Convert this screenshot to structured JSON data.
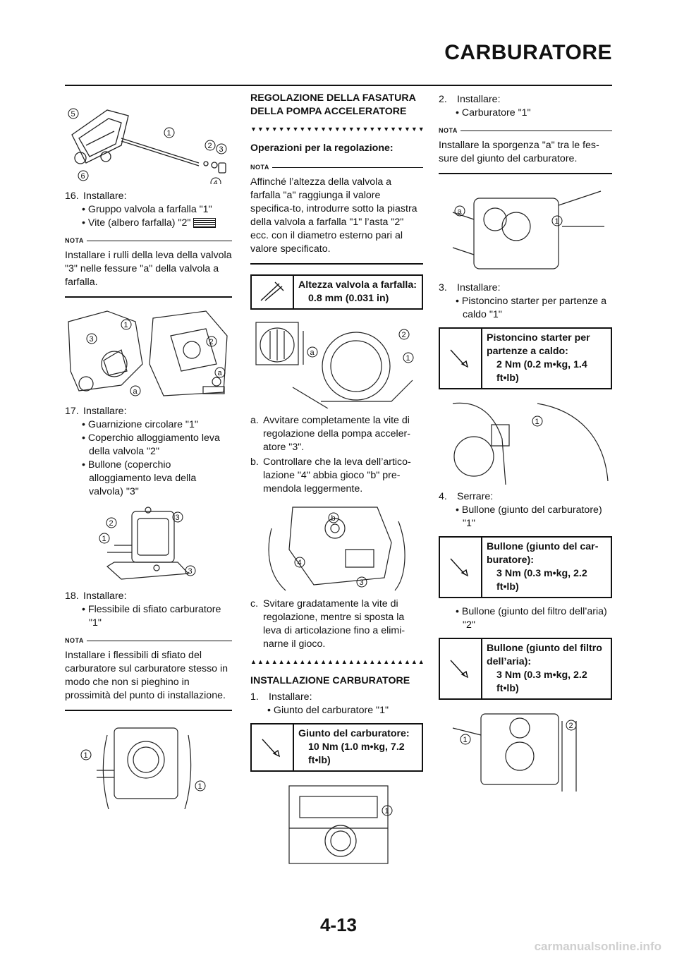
{
  "header": {
    "title": "CARBURATORE"
  },
  "col1": {
    "step16": {
      "num": "16.",
      "label": "Installare:",
      "b1": "Gruppo valvola a farfalla \"1\"",
      "b2": "Vite (albero farfalla) \"2\""
    },
    "nota_label": "NOTA",
    "note1": "Installare i rulli della leva della valvola \"3\" nelle fessure \"a\" della valvola a farfalla.",
    "step17": {
      "num": "17.",
      "label": "Installare:",
      "b1": "Guarnizione circolare \"1\"",
      "b2": "Coperchio alloggiamento leva della valvola \"2\"",
      "b3": "Bullone (coperchio alloggiamento leva della valvola) \"3\""
    },
    "step18": {
      "num": "18.",
      "label": "Installare:",
      "b1": "Flessibile di sfiato carburatore \"1\""
    },
    "note2": "Installare i flessibili di sfiato del carburatore sul carburatore stesso in modo che non si pieghino in prossimità del punto di installazione."
  },
  "col2": {
    "heading": "REGOLAZIONE DELLA FASATURA DELLA POMPA ACCELERATORE",
    "subhead": "Operazioni per la regolazione:",
    "note": "Affinché l’altezza della valvola a farfalla \"a\" raggiunga il valore specifica-to, introdurre sotto la piastra della valvola a farfalla \"1\" l’asta \"2\" ecc. con il diametro esterno pari al valore specificato.",
    "spec1": {
      "name": "Altezza valvola a farfalla:",
      "value": "0.8 mm (0.031 in)"
    },
    "a": {
      "k": "a.",
      "t": "Avvitare completamente la vite di regolazione della pompa acceler-atore \"3\"."
    },
    "b": {
      "k": "b.",
      "t": "Controllare che la leva dell’artico-lazione \"4\" abbia gioco \"b\" pre-mendola leggermente."
    },
    "c": {
      "k": "c.",
      "t": "Svitare gradatamente la vite di regolazione, mentre si sposta la leva di articolazione fino a elimi-narne il gioco."
    },
    "heading2": "INSTALLAZIONE CARBURATORE",
    "step1": {
      "num": "1.",
      "label": "Installare:",
      "b1": "Giunto del carburatore \"1\""
    },
    "spec2": {
      "name": "Giunto del carburatore:",
      "value": "10 Nm (1.0 m•kg, 7.2 ft•lb)"
    }
  },
  "col3": {
    "step2": {
      "num": "2.",
      "label": "Installare:",
      "b1": "Carburatore \"1\""
    },
    "note": "Installare la sporgenza \"a\" tra le fes-sure del giunto del carburatore.",
    "step3": {
      "num": "3.",
      "label": "Installare:",
      "b1": "Pistoncino starter per partenze a caldo \"1\""
    },
    "spec3": {
      "name": "Pistoncino starter per partenze a caldo:",
      "value": "2 Nm (0.2 m•kg, 1.4 ft•lb)"
    },
    "step4": {
      "num": "4.",
      "label": "Serrare:",
      "b1": "Bullone (giunto del carburatore) \"1\"",
      "b2": "Bullone (giunto del filtro dell’aria) \"2\""
    },
    "spec4": {
      "name": "Bullone (giunto del car-buratore):",
      "value": "3 Nm (0.3 m•kg, 2.2 ft•lb)"
    },
    "spec5": {
      "name": "Bullone (giunto del filtro dell’aria):",
      "value": "3 Nm (0.3 m•kg, 2.2 ft•lb)"
    }
  },
  "footer": {
    "page_number": "4-13",
    "watermark": "carmanualsonline.info"
  },
  "figure_labels": {
    "n1": "1",
    "n2": "2",
    "n3": "3",
    "n4": "4",
    "n5": "5",
    "n6": "6",
    "la": "a",
    "lb": "b"
  }
}
